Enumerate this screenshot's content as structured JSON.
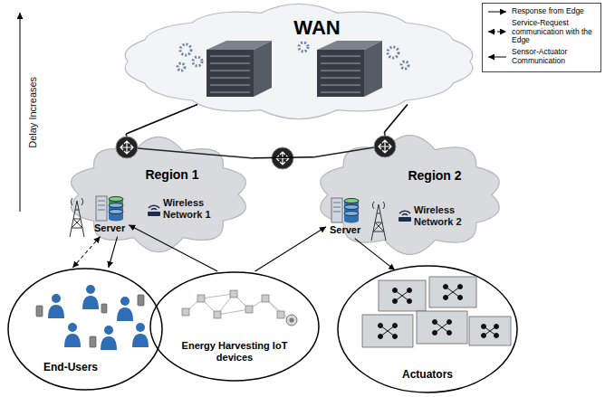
{
  "diagram": {
    "nodes": [
      {
        "text": [
          "WAN"
        ]
      },
      {
        "text": [
          "Region 1"
        ]
      },
      {
        "text": [
          "Server"
        ],
        "in": 1
      },
      {
        "text": [
          "Region 2"
        ]
      },
      {
        "text": [
          "Server"
        ],
        "in": 3
      },
      {
        "text": [
          "End-Users"
        ]
      },
      {
        "text": [
          "Energy Harvesting IoT devices"
        ]
      },
      {
        "text": [
          "Actuators"
        ]
      }
    ],
    "edges": [
      {
        "from": 0,
        "to": 1,
        "arrow": "none"
      },
      {
        "from": 0,
        "to": 3,
        "arrow": "none"
      },
      {
        "from": 1,
        "to": 3,
        "arrow": "none"
      },
      {
        "from": 2,
        "to": 5,
        "arrow": "to"
      },
      {
        "from": 5,
        "to": 2,
        "arrow": "both"
      },
      {
        "from": 6,
        "to": 2,
        "arrow": "to"
      },
      {
        "from": 6,
        "to": 4,
        "arrow": "to"
      },
      {
        "from": 4,
        "to": 7,
        "arrow": "to"
      }
    ],
    "labels": [
      "Delay Increases",
      "Wireless Network 1",
      "Wireless Network 2"
    ],
    "legend": [
      {
        "text": "Response from Edge"
      },
      {
        "text": "Service-Request communication with the Edge"
      },
      {
        "text": "Sensor-Actuator Communication"
      }
    ]
  }
}
